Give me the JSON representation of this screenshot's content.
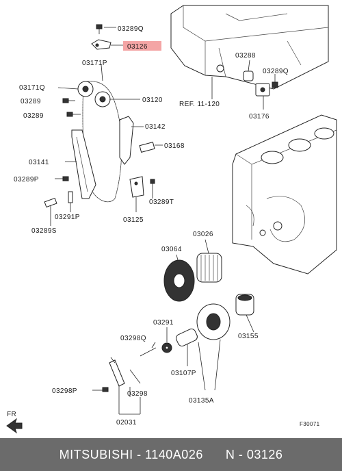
{
  "labels": {
    "l_03289q_top": "03289Q",
    "l_03126_hl": "03126",
    "l_03171p": "03171P",
    "l_03171q": "03171Q",
    "l_03120": "03120",
    "l_03289_a": "03289",
    "l_03289_b": "03289",
    "l_03142": "03142",
    "l_03168": "03168",
    "l_03141": "03141",
    "l_03289p": "03289P",
    "l_03289t": "03289T",
    "l_03291p": "03291P",
    "l_03125": "03125",
    "l_03289s": "03289S",
    "l_03288": "03288",
    "l_03289q_right": "03289Q",
    "l_ref": "REF. 11-120",
    "l_03176": "03176",
    "l_03026": "03026",
    "l_03064": "03064",
    "l_03291": "03291",
    "l_03298q": "03298Q",
    "l_03107p": "03107P",
    "l_03155": "03155",
    "l_03298p": "03298P",
    "l_03298": "03298",
    "l_03135a": "03135A",
    "l_02031": "02031",
    "l_fr": "FR",
    "l_fig": "F30071"
  },
  "highlight_color": "#f4a5a5",
  "footer": {
    "brand": "MITSUBISHI",
    "part_number": "1140A026",
    "ref_number": "N - 03126"
  }
}
